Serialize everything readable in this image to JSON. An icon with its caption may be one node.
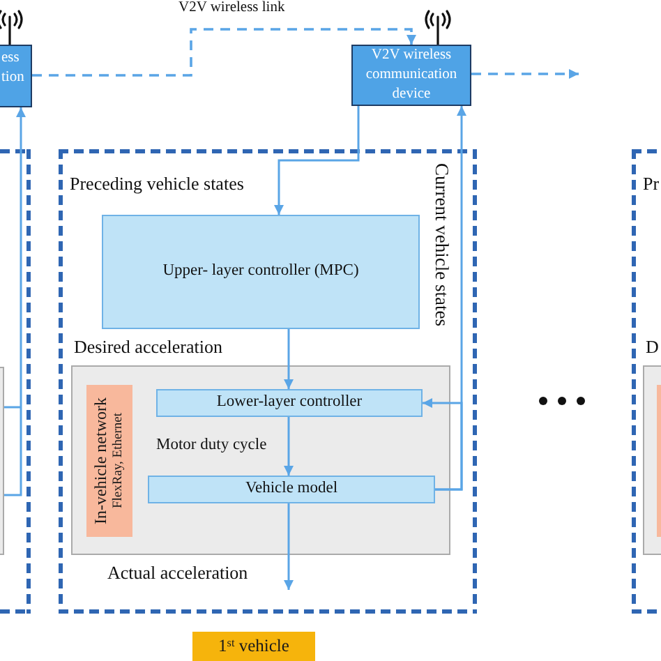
{
  "diagram": {
    "nodes": [
      {
        "text": [
          "ess tion"
        ]
      },
      {
        "text": [
          "V2V wireless communication device"
        ]
      },
      {
        "text": [],
        "shape": "box"
      },
      {
        "text": [],
        "shape": "box",
        "in": 2
      },
      {
        "text": [],
        "shape": "box"
      },
      {
        "text": [
          "Upper- layer controller (MPC)"
        ],
        "in": 4
      },
      {
        "text": [],
        "shape": "box",
        "in": 4
      },
      {
        "text": [
          "In-vehicle network",
          "FlexRay, Ethernet"
        ],
        "in": 6
      },
      {
        "text": [
          "Lower-layer controller"
        ],
        "in": 6
      },
      {
        "text": [
          "Vehicle model"
        ],
        "in": 6
      },
      {
        "text": [],
        "shape": "box"
      },
      {
        "text": [],
        "shape": "box",
        "in": 10
      },
      {
        "text": [],
        "shape": "box",
        "in": 11
      },
      {
        "text": [
          "1$^{st}$ vehicle"
        ]
      }
    ],
    "edges": [
      {
        "from": 0,
        "to": 1,
        "arrow": "to",
        "label": "V2V wireless link",
        "style": "dashed"
      },
      {
        "from": 1,
        "to": null,
        "arrow": "to",
        "style": "dashed"
      },
      {
        "from": 1,
        "to": 5,
        "arrow": "to",
        "label": "Preceding vehicle states"
      },
      {
        "from": 5,
        "to": 8,
        "arrow": "to",
        "label": "Desired acceleration"
      },
      {
        "from": 8,
        "to": 9,
        "arrow": "to",
        "label": "Motor duty cycle"
      },
      {
        "from": 9,
        "to": null,
        "arrow": "to",
        "label": "Actual acceleration"
      },
      {
        "from": 9,
        "to": 1,
        "arrow": "to",
        "label": "Current vehicle states"
      },
      {
        "from": 9,
        "to": 8,
        "arrow": "to"
      },
      {
        "from": 3,
        "to": 0,
        "arrow": "to"
      }
    ],
    "labels": [
      "Pr",
      "D"
    ]
  }
}
